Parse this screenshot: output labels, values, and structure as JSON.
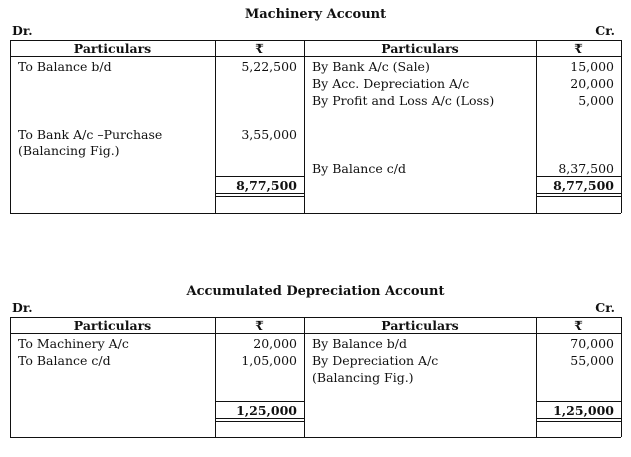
{
  "currency_symbol": "₹",
  "machinery": {
    "title": "Machinery Account",
    "dr": "Dr.",
    "cr": "Cr.",
    "col_particulars": "Particulars",
    "debit": [
      {
        "particulars": "To Balance b/d",
        "amount": "5,22,500"
      },
      {
        "particulars": "To Bank A/c –Purchase",
        "amount": "3,55,000"
      },
      {
        "particulars": "(Balancing Fig.)",
        "amount": ""
      }
    ],
    "credit": [
      {
        "particulars": "By Bank A/c (Sale)",
        "amount": "15,000"
      },
      {
        "particulars": "By Acc. Depreciation A/c",
        "amount": "20,000"
      },
      {
        "particulars": "By Profit and Loss A/c (Loss)",
        "amount": "5,000"
      },
      {
        "particulars": "By Balance c/d",
        "amount": "8,37,500"
      }
    ],
    "total_debit": "8,77,500",
    "total_credit": "8,77,500"
  },
  "accumulated": {
    "title": "Accumulated Depreciation Account",
    "dr": "Dr.",
    "cr": "Cr.",
    "col_particulars": "Particulars",
    "debit": [
      {
        "particulars": "To Machinery A/c",
        "amount": "20,000"
      },
      {
        "particulars": "To Balance c/d",
        "amount": "1,05,000"
      }
    ],
    "credit": [
      {
        "particulars": "By Balance b/d",
        "amount": "70,000"
      },
      {
        "particulars": "By Depreciation A/c",
        "amount": "55,000"
      },
      {
        "particulars": "(Balancing Fig.)",
        "amount": ""
      }
    ],
    "total_debit": "1,25,000",
    "total_credit": "1,25,000"
  }
}
